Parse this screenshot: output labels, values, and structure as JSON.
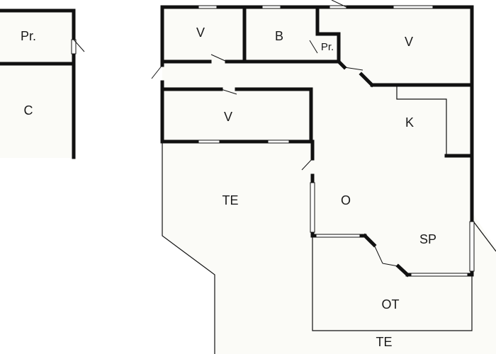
{
  "rooms": {
    "storage_pr": "Pr.",
    "c": "C",
    "v_top_left": "V",
    "b": "B",
    "pr": "Pr.",
    "v_top_right": "V",
    "v_middle": "V",
    "k": "K",
    "te_left": "TE",
    "o": "O",
    "sp": "SP",
    "ot": "OT",
    "te_bottom": "TE"
  }
}
